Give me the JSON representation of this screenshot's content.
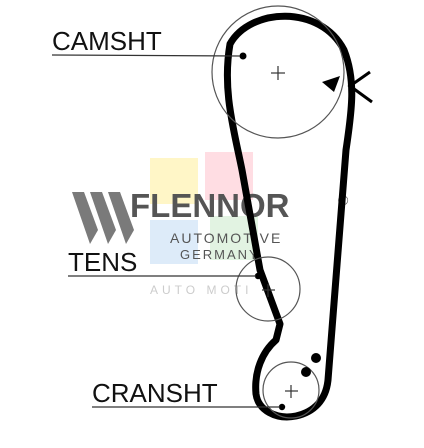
{
  "labels": {
    "camshaft": "CAMSHT",
    "tensioner": "TENS",
    "crankshaft": "CRANSHT"
  },
  "watermark": {
    "brand": "FLENNOR",
    "registered": "®",
    "line1": "AUTOMOTIVE",
    "line2": "GERMANY",
    "faint": "AUTO MOTI"
  },
  "colors": {
    "ink": "#111111",
    "belt": "#000000",
    "watermark_gray": "#555555",
    "tile_yellow": "#fff3b0",
    "tile_pink": "#ffd0d8",
    "tile_blue": "#cfe3f7",
    "tile_green": "#d6efd6"
  }
}
